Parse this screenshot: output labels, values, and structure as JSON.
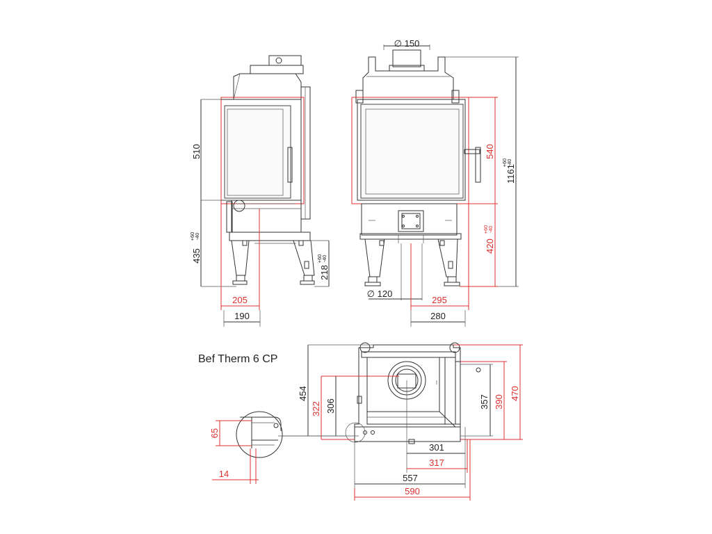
{
  "drawing": {
    "product_title": "Bef Therm 6 CP",
    "side_view": {
      "width_red": "205",
      "width_black": "190",
      "door_height": "510",
      "base_height": "435",
      "base_tol_top": "+60",
      "base_tol_bot": "-40",
      "leg_height": "218",
      "leg_tol_top": "+60",
      "leg_tol_bot": "-40"
    },
    "front_view": {
      "flue_diameter": "∅ 150",
      "air_diameter": "∅ 120",
      "total_height": "1161",
      "total_tol_top": "+60",
      "total_tol_bot": "-40",
      "door_height": "540",
      "base_height": "420",
      "base_tol_top": "+60",
      "base_tol_bot": "-40",
      "half_width_red": "295",
      "half_width_black": "280"
    },
    "plan_view": {
      "depth_total": "454",
      "depth_322": "322",
      "depth_306": "306",
      "depth_357": "357",
      "depth_390": "390",
      "depth_470": "470",
      "w_301": "301",
      "w_317": "317",
      "w_557": "557",
      "w_590": "590",
      "detail_65": "65",
      "detail_14": "14"
    },
    "colors": {
      "red": "#e0302f",
      "black": "#222222"
    }
  }
}
